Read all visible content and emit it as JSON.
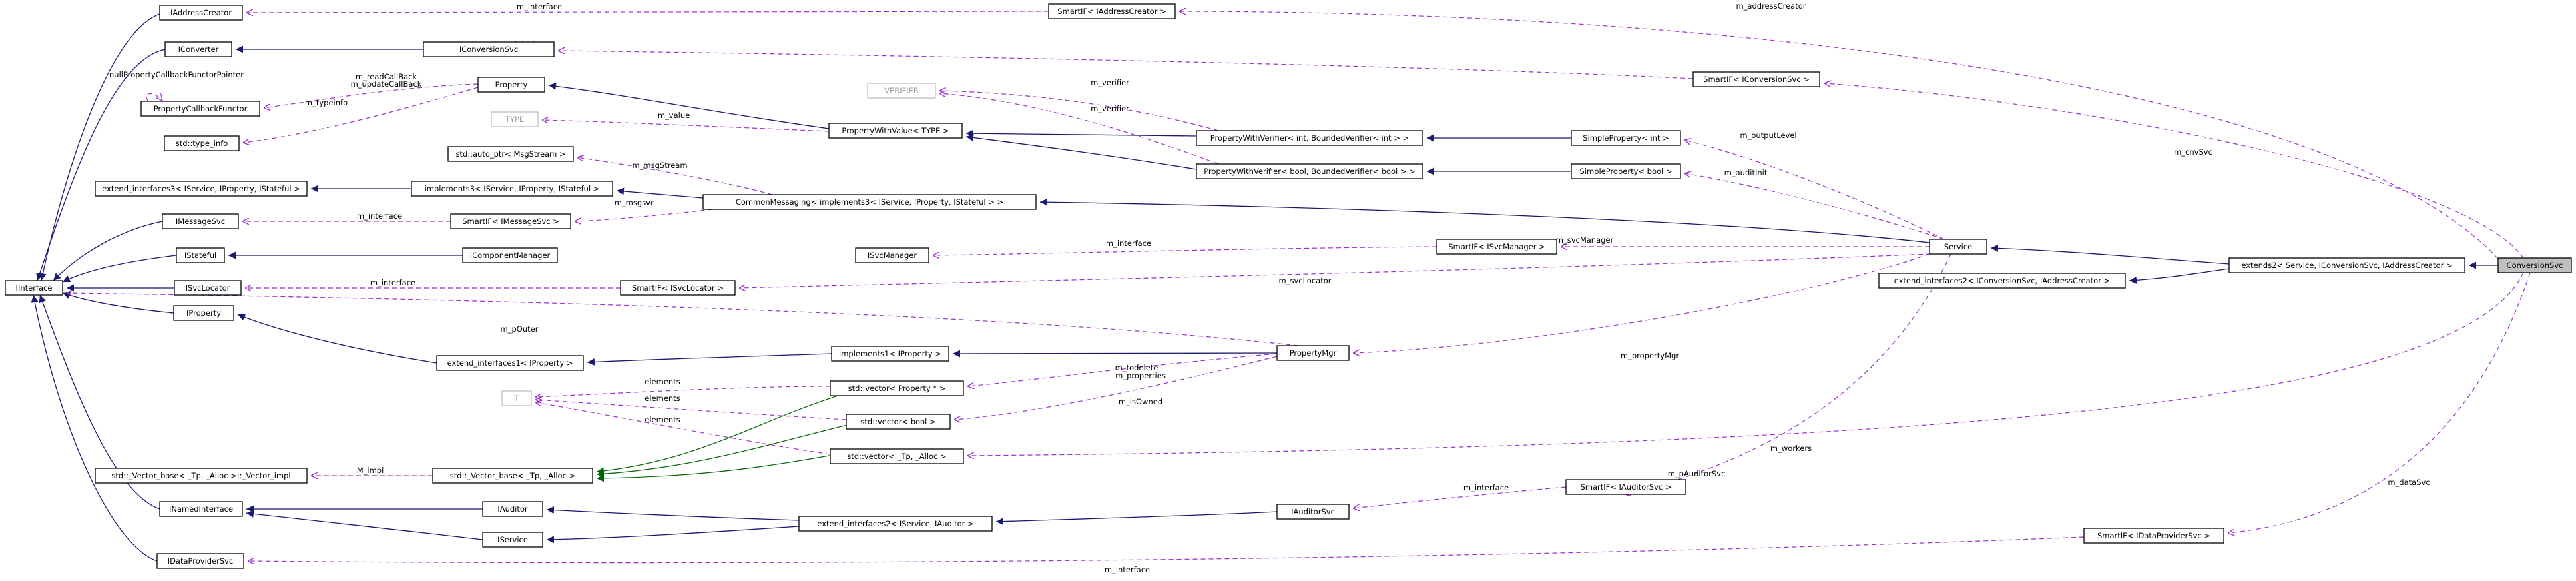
{
  "colors": {
    "inherit": "#191970",
    "usage": "#9a32cd",
    "template": "#006400",
    "highlight": "#bfbfbf"
  },
  "nodes": [
    {
      "id": "iaddresscreator",
      "label": "IAddressCreator"
    },
    {
      "id": "smartif-iaddresscreator",
      "label": "SmartIF< IAddressCreator >"
    },
    {
      "id": "iconverter",
      "label": "IConverter"
    },
    {
      "id": "iconversionsvc",
      "label": "IConversionSvc"
    },
    {
      "id": "smartif-iconversionsvc",
      "label": "SmartIF< IConversionSvc >"
    },
    {
      "id": "propertycallbackfunctor",
      "label": "PropertyCallbackFunctor"
    },
    {
      "id": "property",
      "label": "Property"
    },
    {
      "id": "verifier",
      "label": "VERIFIER"
    },
    {
      "id": "std-type-info",
      "label": "std::type_info"
    },
    {
      "id": "type",
      "label": "TYPE"
    },
    {
      "id": "propertywithvalue",
      "label": "PropertyWithValue< TYPE >"
    },
    {
      "id": "pwv-int",
      "label": "PropertyWithVerifier< int, BoundedVerifier< int > >"
    },
    {
      "id": "simpleproperty-int",
      "label": "SimpleProperty< int >"
    },
    {
      "id": "std-auto-ptr",
      "label": "std::auto_ptr< MsgStream >"
    },
    {
      "id": "pwv-bool",
      "label": "PropertyWithVerifier< bool, BoundedVerifier< bool > >"
    },
    {
      "id": "simpleproperty-bool",
      "label": "SimpleProperty< bool >"
    },
    {
      "id": "ext-if3",
      "label": "extend_interfaces3< IService, IProperty, IStateful >"
    },
    {
      "id": "implements3",
      "label": "implements3< IService, IProperty, IStateful >"
    },
    {
      "id": "commonmessaging",
      "label": "CommonMessaging< implements3< IService, IProperty, IStateful > >"
    },
    {
      "id": "imessagesvc",
      "label": "IMessageSvc"
    },
    {
      "id": "smartif-imessagesvc",
      "label": "SmartIF< IMessageSvc >"
    },
    {
      "id": "istateful",
      "label": "IStateful"
    },
    {
      "id": "icomponentmanager",
      "label": "IComponentManager"
    },
    {
      "id": "isvcmanager",
      "label": "ISvcManager"
    },
    {
      "id": "smartif-isvcmanager",
      "label": "SmartIF< ISvcManager >"
    },
    {
      "id": "service",
      "label": "Service"
    },
    {
      "id": "extends2",
      "label": "extends2< Service, IConversionSvc, IAddressCreator >"
    },
    {
      "id": "conversionsvc",
      "label": "ConversionSvc"
    },
    {
      "id": "iinterface",
      "label": "IInterface"
    },
    {
      "id": "isvclocator",
      "label": "ISvcLocator"
    },
    {
      "id": "smartif-isvclocator",
      "label": "SmartIF< ISvcLocator >"
    },
    {
      "id": "ext-if2-conv",
      "label": "extend_interfaces2< IConversionSvc, IAddressCreator >"
    },
    {
      "id": "iproperty",
      "label": "IProperty"
    },
    {
      "id": "ext-if1",
      "label": "extend_interfaces1< IProperty >"
    },
    {
      "id": "implements1",
      "label": "implements1< IProperty >"
    },
    {
      "id": "propertymgr",
      "label": "PropertyMgr"
    },
    {
      "id": "t",
      "label": "T"
    },
    {
      "id": "vec-property",
      "label": "std::vector< Property * >"
    },
    {
      "id": "vec-bool",
      "label": "std::vector< bool >"
    },
    {
      "id": "vec-tp",
      "label": "std::vector< _Tp, _Alloc >"
    },
    {
      "id": "vecbase-impl",
      "label": "std::_Vector_base< _Tp, _Alloc >::_Vector_impl"
    },
    {
      "id": "vecbase",
      "label": "std::_Vector_base< _Tp, _Alloc >"
    },
    {
      "id": "inamedinterface",
      "label": "INamedInterface"
    },
    {
      "id": "iauditor",
      "label": "IAuditor"
    },
    {
      "id": "ext-if2-aud",
      "label": "extend_interfaces2< IService, IAuditor >"
    },
    {
      "id": "iauditorsvc",
      "label": "IAuditorSvc"
    },
    {
      "id": "smartif-iauditorsvc",
      "label": "SmartIF< IAuditorSvc >"
    },
    {
      "id": "iservice",
      "label": "IService"
    },
    {
      "id": "smartif-idataprovidersvc",
      "label": "SmartIF< IDataProviderSvc >"
    },
    {
      "id": "idataprovidersvc",
      "label": "IDataProviderSvc"
    }
  ],
  "edge_labels": [
    "m_interface",
    "m_addressCreator",
    "m_interface",
    "nullPropertyCallbackFunctorPointer",
    "m_readCallBack",
    "m_updateCallBack",
    "m_typeinfo",
    "m_verifier",
    "m_verifier",
    "m_value",
    "m_cnvSvc",
    "m_outputLevel",
    "m_msgStream",
    "m_auditInit",
    "m_interface",
    "m_msgsvc",
    "m_interface",
    "m_svcManager",
    "m_interface",
    "m_svcLocator",
    "m_pOuter",
    "m_propertyMgr",
    "m_todelete",
    "m_properties",
    "elements",
    "elements",
    "m_isOwned",
    "elements",
    "m_workers",
    "M_impl",
    "m_pAuditorSvc",
    "m_interface",
    "m_dataSvc",
    "m_interface"
  ]
}
